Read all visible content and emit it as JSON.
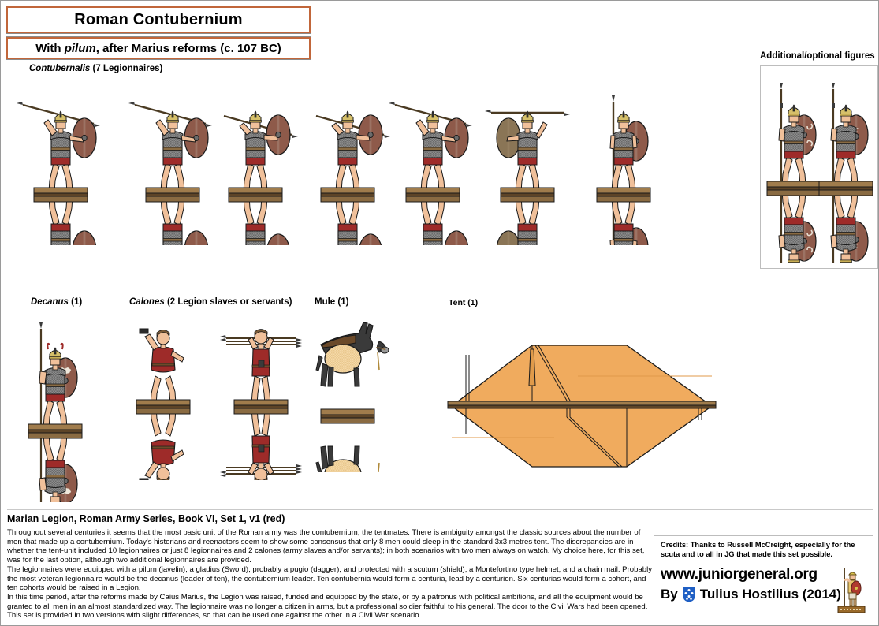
{
  "titles": {
    "main": "Roman Contubernium",
    "sub_pre": "With ",
    "sub_em": "pilum",
    "sub_post": ", after Marius reforms (c. 107 BC)"
  },
  "sections": {
    "contubernalis": {
      "name": "Contubernalis",
      "count": " (7 Legionnaires)"
    },
    "decanus": {
      "name": "Decanus",
      "count": " (1)"
    },
    "calones": {
      "name": "Calones",
      "count": " (2 Legion slaves or servants)"
    },
    "mule": {
      "name": "Mule",
      "count": " (1)"
    },
    "tent": {
      "name": "Tent",
      "count": " (1)"
    }
  },
  "optional": {
    "label": "Additional/optional figures"
  },
  "description": {
    "heading": "Marian Legion, Roman Army Series, Book VI, Set 1, v1 (red)",
    "paragraphs": [
      "Throughout several centuries it seems that the most basic unit of the Roman army was the contubernium, the tentmates. There is ambiguity amongst the classic sources about the number of men that made up a contubernium. Today's historians and reenactors seem to show some consensus that only 8 men could sleep in the standard 3x3 metres tent. The discrepancies are in whether the tent-unit included 10 legionnaires or just 8 legionnaires and 2 calones (army slaves and/or servants); in both scenarios with two men always on watch. My choice here, for this set, was for the last option, although two additional legionnaires are provided.",
      "The legionnaires were equipped with a pilum (javelin), a gladius (Sword), probably a pugio (dagger), and protected with a scutum (shield), a Montefortino type helmet, and a chain mail. Probably the most veteran legionnaire would be the decanus (leader of ten), the contubernium leader. Ten contubernia would form a centuria, lead by a centurion. Six centurias would form a cohort, and ten cohorts would be raised in a Legion.",
      "In this time period, after the reforms made by Caius Marius, the Legion was raised, funded and equipped by the state, or by a patronus with political ambitions, and all the equipment would be granted to all men in an almost standardized way. The legionnaire was no longer a citizen in arms, but a professional soldier faithful to his general. The door to the Civil Wars had been opened. This set is provided in two versions with slight differences, so that can be used one against the other in a Civil War scenario."
    ]
  },
  "credits": {
    "text": "Credits: Thanks to Russell McCreight, especially for the scuta and to all in JG that made this set possible.",
    "url": "www.juniorgeneral.org",
    "by_prefix": "By",
    "author": "Tulius Hostilius (2014)"
  },
  "colors": {
    "title_border": "#c1663a",
    "skin": "#f0c09a",
    "skin_shade": "#d79b71",
    "tunic_red": "#9e2b29",
    "mail": "#7b7b7b",
    "helmet": "#d6c06a",
    "shield_brown": "#8e5a4a",
    "shield_dark": "#7a4a3c",
    "shield_tan": "#8a7556",
    "base_wood": "#8a6b42",
    "base_wood_dark": "#6b5030",
    "tent": "#f0ab5e",
    "mule_dark": "#3a3a3a",
    "mule_tan": "#f5d9a8",
    "outline": "#1a1a1a"
  },
  "figures": {
    "legionnaires_row": [
      {
        "id": "leg-1",
        "pose": "overhead-throw",
        "shield": "brown-plain"
      },
      {
        "id": "leg-2",
        "pose": "overhead-throw",
        "shield": "brown-plain"
      },
      {
        "id": "leg-3",
        "pose": "thrust",
        "shield": "brown-plain"
      },
      {
        "id": "leg-4",
        "pose": "thrust",
        "shield": "brown-plain"
      },
      {
        "id": "leg-5",
        "pose": "overhead-throw",
        "shield": "brown-plain"
      },
      {
        "id": "leg-6",
        "pose": "overhead-throw-shield-left",
        "shield": "tan-plain"
      },
      {
        "id": "leg-7",
        "pose": "standing-at-rest",
        "shield": "brown-plain"
      }
    ],
    "optional_legionnaires": [
      {
        "id": "opt-1",
        "pose": "standing-spear",
        "shield": "brown-scroll"
      },
      {
        "id": "opt-2",
        "pose": "standing-spear",
        "shield": "brown-thunderbolt"
      }
    ],
    "decanus": {
      "id": "decanus-1",
      "pose": "standing-spear",
      "shield": "brown-wolf"
    },
    "calones": [
      {
        "id": "calo-1",
        "pose": "swinging-tool"
      },
      {
        "id": "calo-2",
        "pose": "carrying-pila"
      }
    ],
    "mule": {
      "id": "mule-1",
      "pose": "standing-loaded"
    },
    "tent": {
      "id": "tent-1",
      "pose": "ridge-tent-unfolded"
    }
  }
}
